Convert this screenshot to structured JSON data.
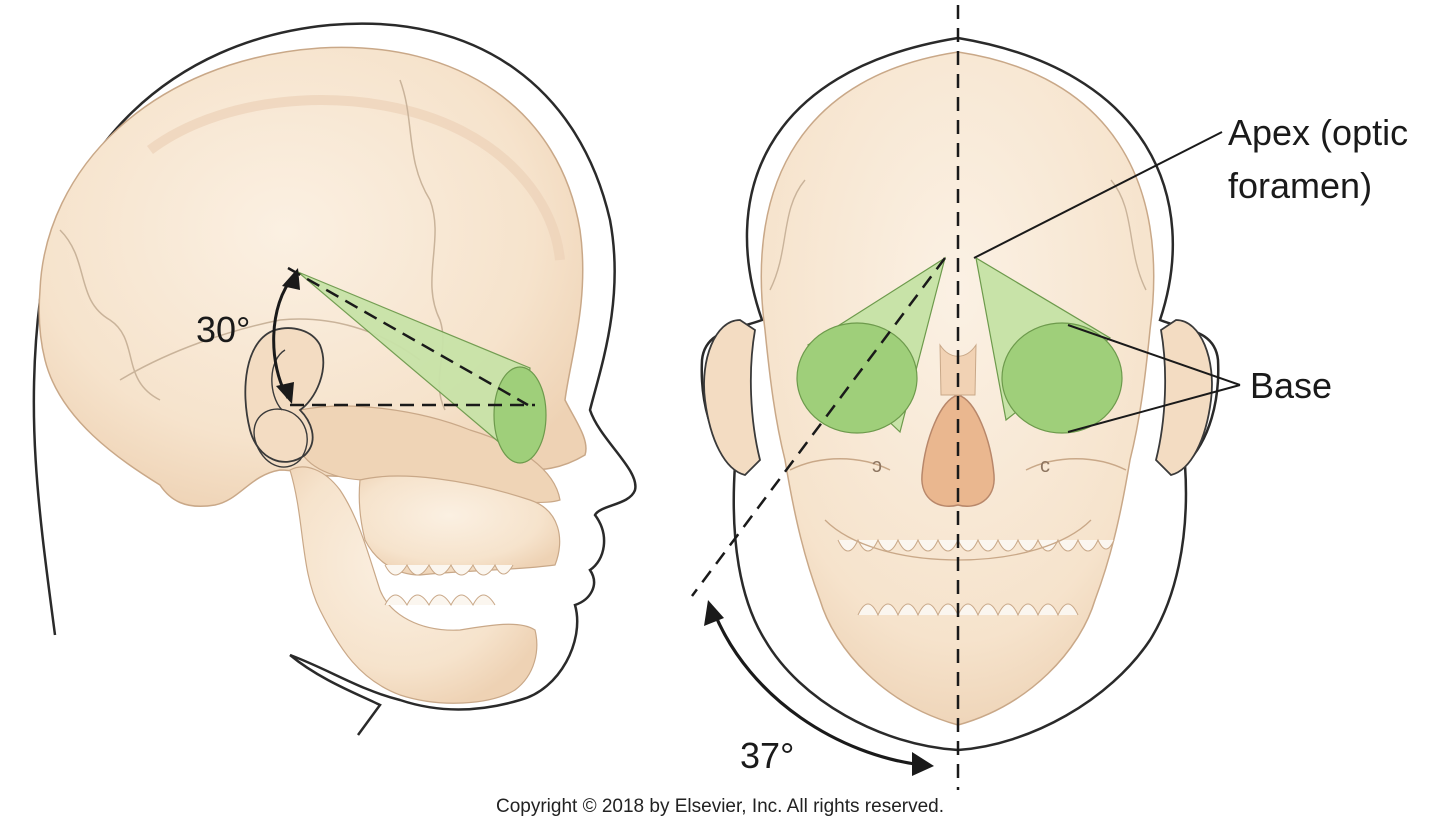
{
  "diagram": {
    "labels": {
      "lateral_angle": "30°",
      "frontal_angle": "37°",
      "apex_line1": "Apex (optic",
      "apex_line2": "foramen)",
      "base": "Base"
    },
    "copyright": "Copyright © 2018 by Elsevier, Inc. All rights reserved.",
    "colors": {
      "bone": "#f6e3cc",
      "bone_shadow": "#ecc9a8",
      "skin_outline": "#2a2a2a",
      "suture": "#c9b39a",
      "orbit_cone": "#c8e3a8",
      "orbit_base": "#9fcf7a",
      "nose": "#eab78f",
      "line": "#1a1a1a"
    }
  }
}
